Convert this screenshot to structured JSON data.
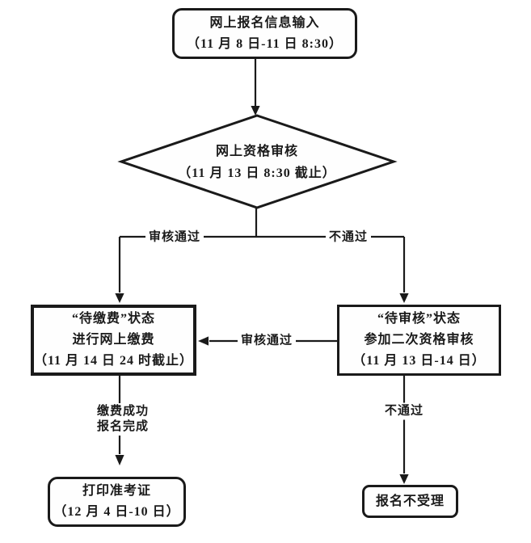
{
  "colors": {
    "ink": "#1a1a1a",
    "background": "#ffffff",
    "node_fill": "#fefefe"
  },
  "nodes": {
    "start": {
      "shape": "rounded-rectangle",
      "lines": [
        "网上报名信息输入",
        "（11 月 8 日-11 日 8:30）"
      ]
    },
    "decision": {
      "shape": "diamond",
      "lines": [
        "网上资格审核",
        "（11 月 13 日 8:30 截止）"
      ]
    },
    "pay": {
      "shape": "rectangle",
      "lines": [
        "“待缴费”状态",
        "进行网上缴费",
        "（11 月 14 日 24 时截止）"
      ]
    },
    "recheck": {
      "shape": "rectangle",
      "lines": [
        "“待审核”状态",
        "参加二次资格审核",
        "（11 月 13 日-14 日）"
      ]
    },
    "print": {
      "shape": "rounded-rectangle",
      "lines": [
        "打印准考证",
        "（12 月 4 日-10 日）"
      ]
    },
    "reject": {
      "shape": "rounded-rectangle",
      "lines": [
        "报名不受理"
      ]
    }
  },
  "edge_labels": {
    "pass_left": "审核通过",
    "fail_right": "不通过",
    "pass_mid": "审核通过",
    "pay_success": [
      "缴费成功",
      "报名完成"
    ],
    "fail_bottom": "不通过"
  }
}
